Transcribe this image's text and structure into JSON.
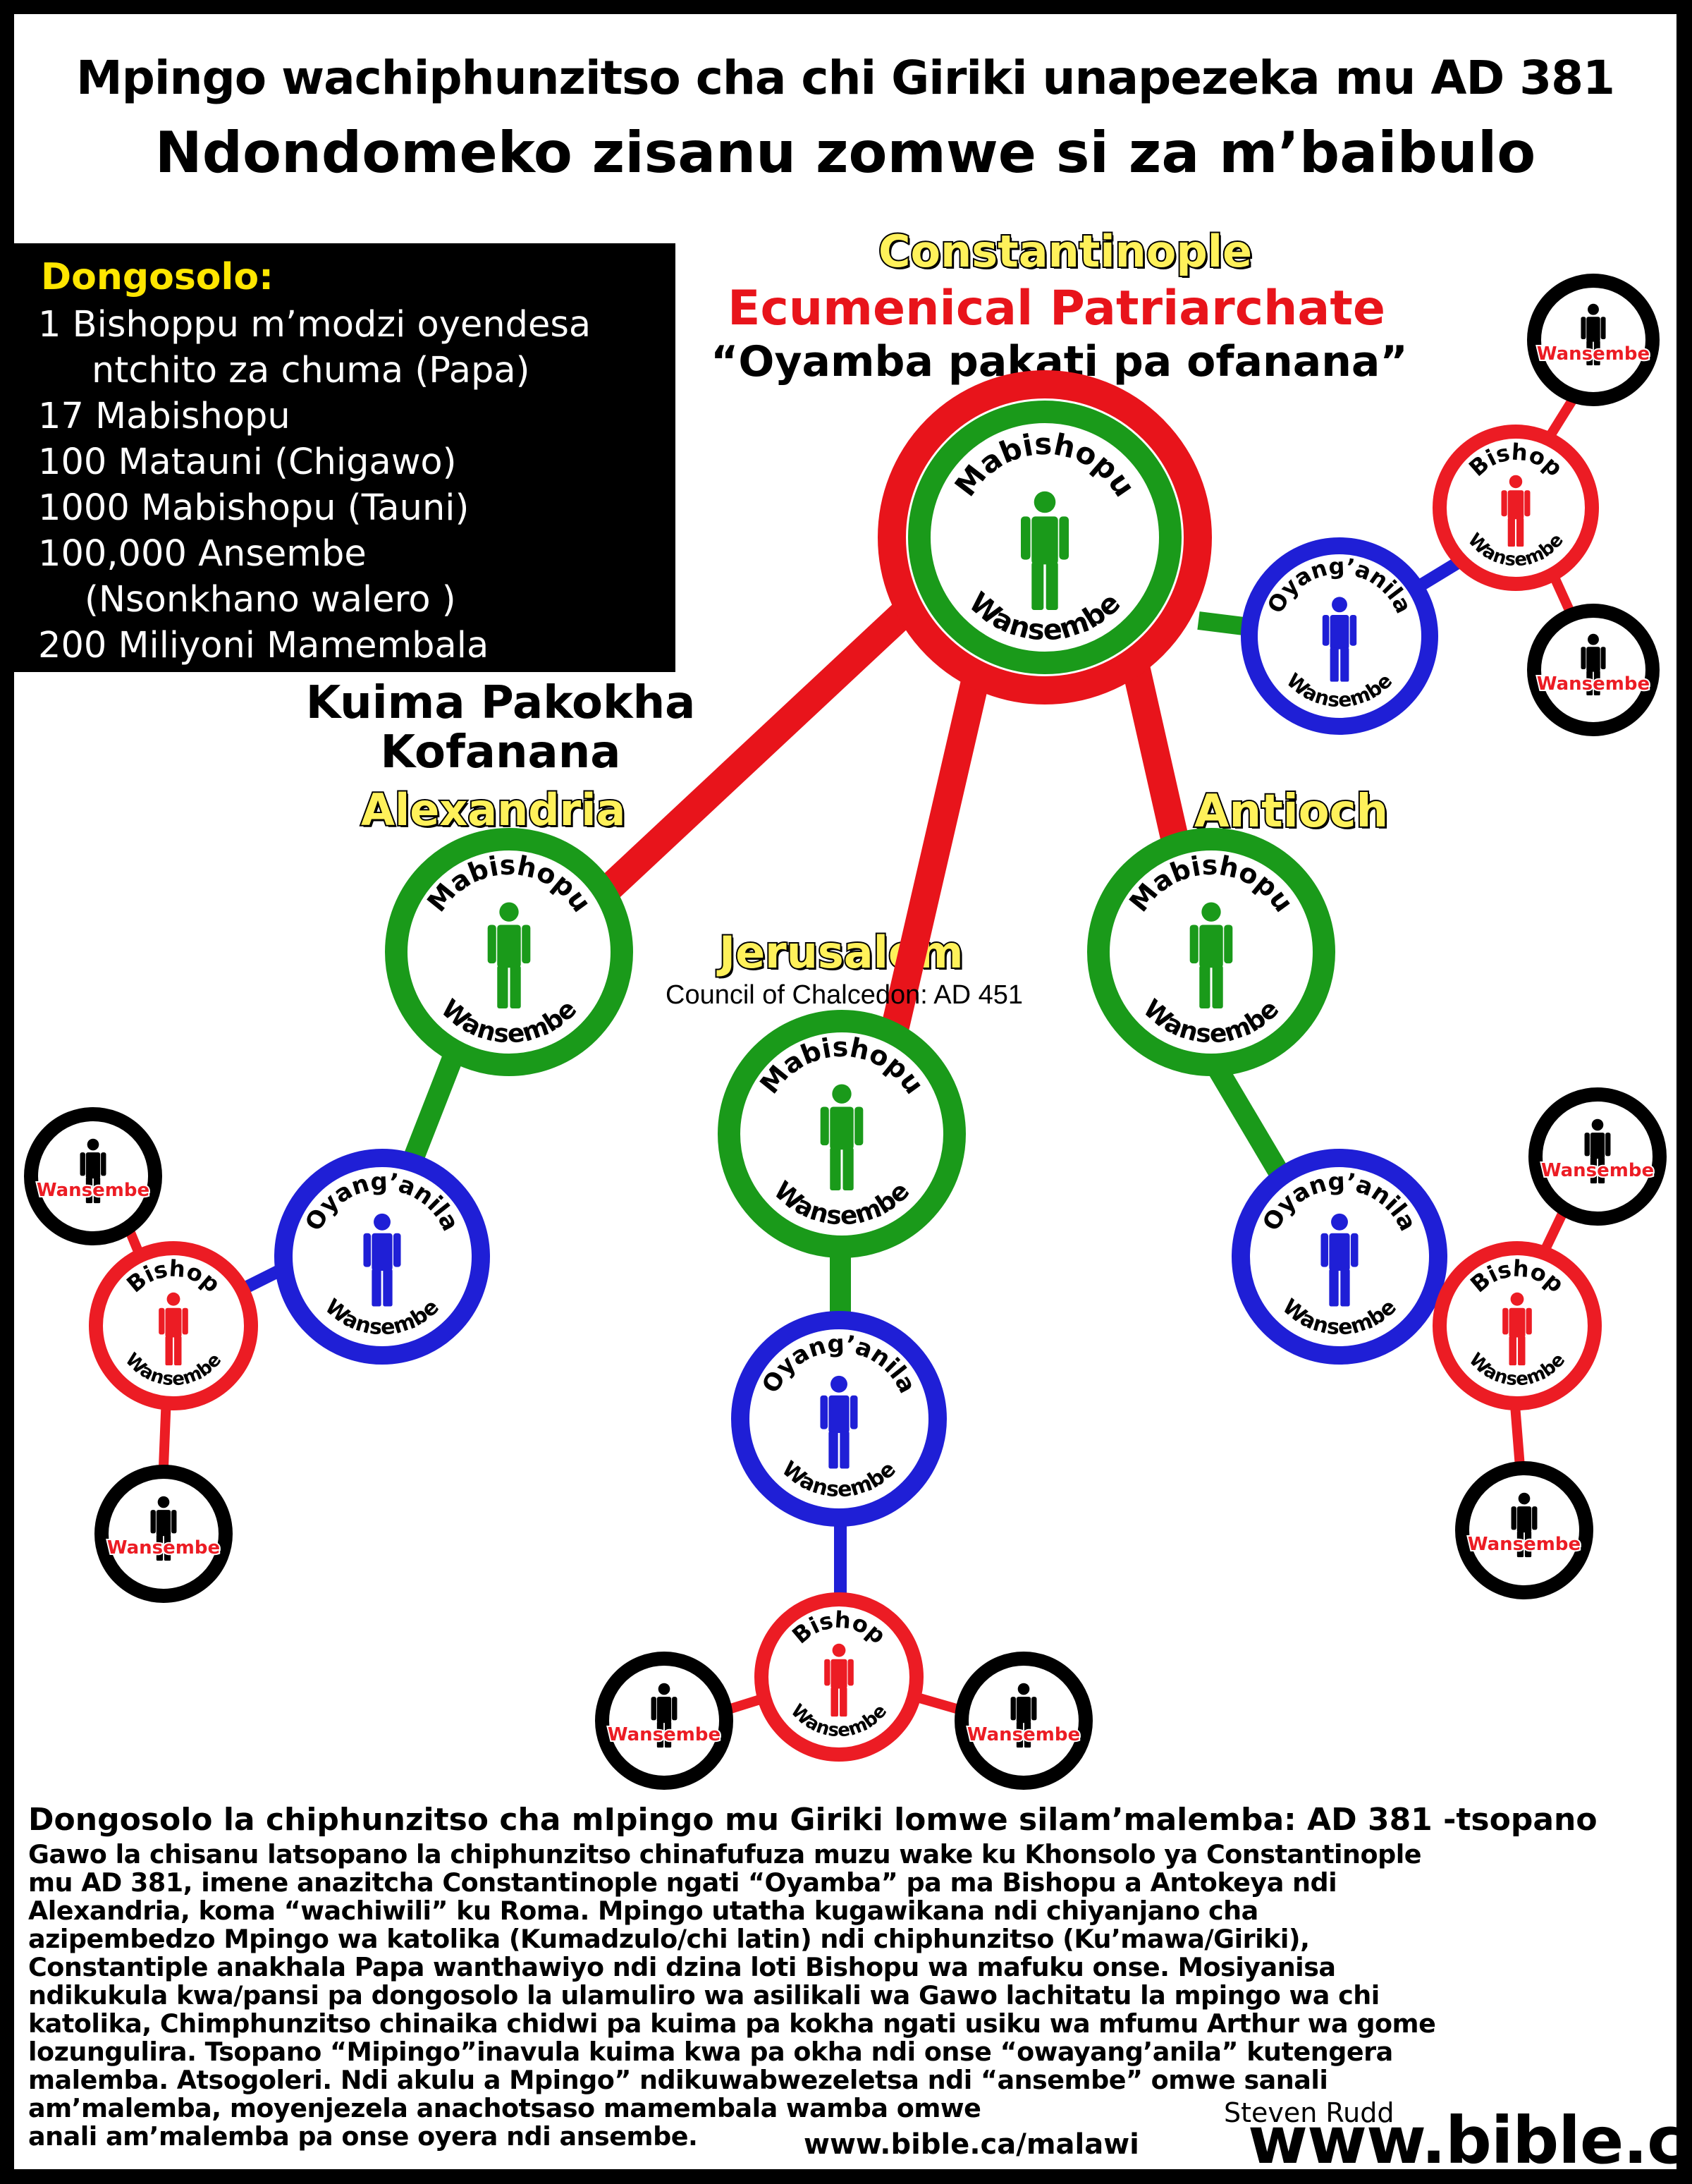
{
  "header": {
    "title_line1": "Mpingo wachiphunzitso cha chi Giriki unapezeka mu AD 381",
    "title_line2": "Ndondomeko zisanu zomwe si za m’baibulo"
  },
  "legend": {
    "heading": "Dongosolo:",
    "items": [
      "1 Bishoppu m’modzi oyendesa",
      "ntchito za chuma (Papa)",
      "17 Mabishopu",
      "100 Matauni (Chigawo)",
      "1000 Mabishopu (Tauni)",
      "100,000 Ansembe",
      "(Nsonkhano walero )",
      "200 Miliyoni Mamembala"
    ]
  },
  "top_labels": {
    "city": "Constantinople",
    "patriarchate": "Ecumenical Patriarchate",
    "quote": "“Oyamba pakati pa ofanana”"
  },
  "equal_standing": {
    "line1": "Kuima Pakokha",
    "line2": "Kofanana"
  },
  "cities": {
    "alexandria": "Alexandria",
    "antioch": "Antioch",
    "jerusalem": "Jerusalem"
  },
  "jerusalem_note": "Council of Chalcedon: AD 451",
  "node_text": {
    "bishops": "Mabishopu",
    "priests": "Wansembe",
    "elder": "Oyang’anila",
    "bishop": "Bishop"
  },
  "colors": {
    "patriarch_ring": "#e8141b",
    "bishops_ring": "#1a9a1a",
    "elder_ring": "#1f1fd6",
    "bishop_ring": "#ec1c24",
    "priest_ring": "#000000",
    "city_label": "#fff15a"
  },
  "bottom": {
    "heading": "Dongosolo la chiphunzitso cha mIpingo mu Giriki lomwe silam’malemba: AD 381 -tsopano",
    "lines": [
      "Gawo la chisanu latsopano la chiphunzitso chinafufuza muzu wake ku Khonsolo ya Constantinople",
      "mu AD 381, imene anazitcha Constantinople ngati “Oyamba” pa ma Bishopu a Antokeya ndi",
      "Alexandria, koma “wachiwili” ku Roma. Mpingo utatha kugawikana ndi chiyanjano cha",
      "azipembedzo Mpingo wa katolika (Kumadzulo/chi latin) ndi chiphunzitso (Ku’mawa/Giriki),",
      "Constantiple anakhala  Papa wanthawiyo ndi dzina loti Bishopu wa mafuku onse. Mosiyanisa",
      "ndikukula kwa/pansi  pa dongosolo la  ulamuliro wa asilikali wa Gawo lachitatu la mpingo wa chi",
      "katolika, Chimphunzitso chinaika chidwi pa kuima pa kokha ngati usiku wa mfumu Arthur wa gome",
      "lozungulira. Tsopano “Mipingo”inavula kuima kwa pa okha ndi onse “owayang’anila” kutengera",
      "malemba. Atsogoleri. Ndi akulu a Mpingo” ndikuwabwezeletsa ndi “ansembe” omwe sanali",
      "am’malemba, moyenjezela anachotsaso mamembala wamba omwe",
      "anali am’malemba pa onse oyera ndi ansembe."
    ],
    "author": "Steven Rudd",
    "site_small": "www.bible.ca/malawi",
    "site_big": "www.bible.ca"
  }
}
